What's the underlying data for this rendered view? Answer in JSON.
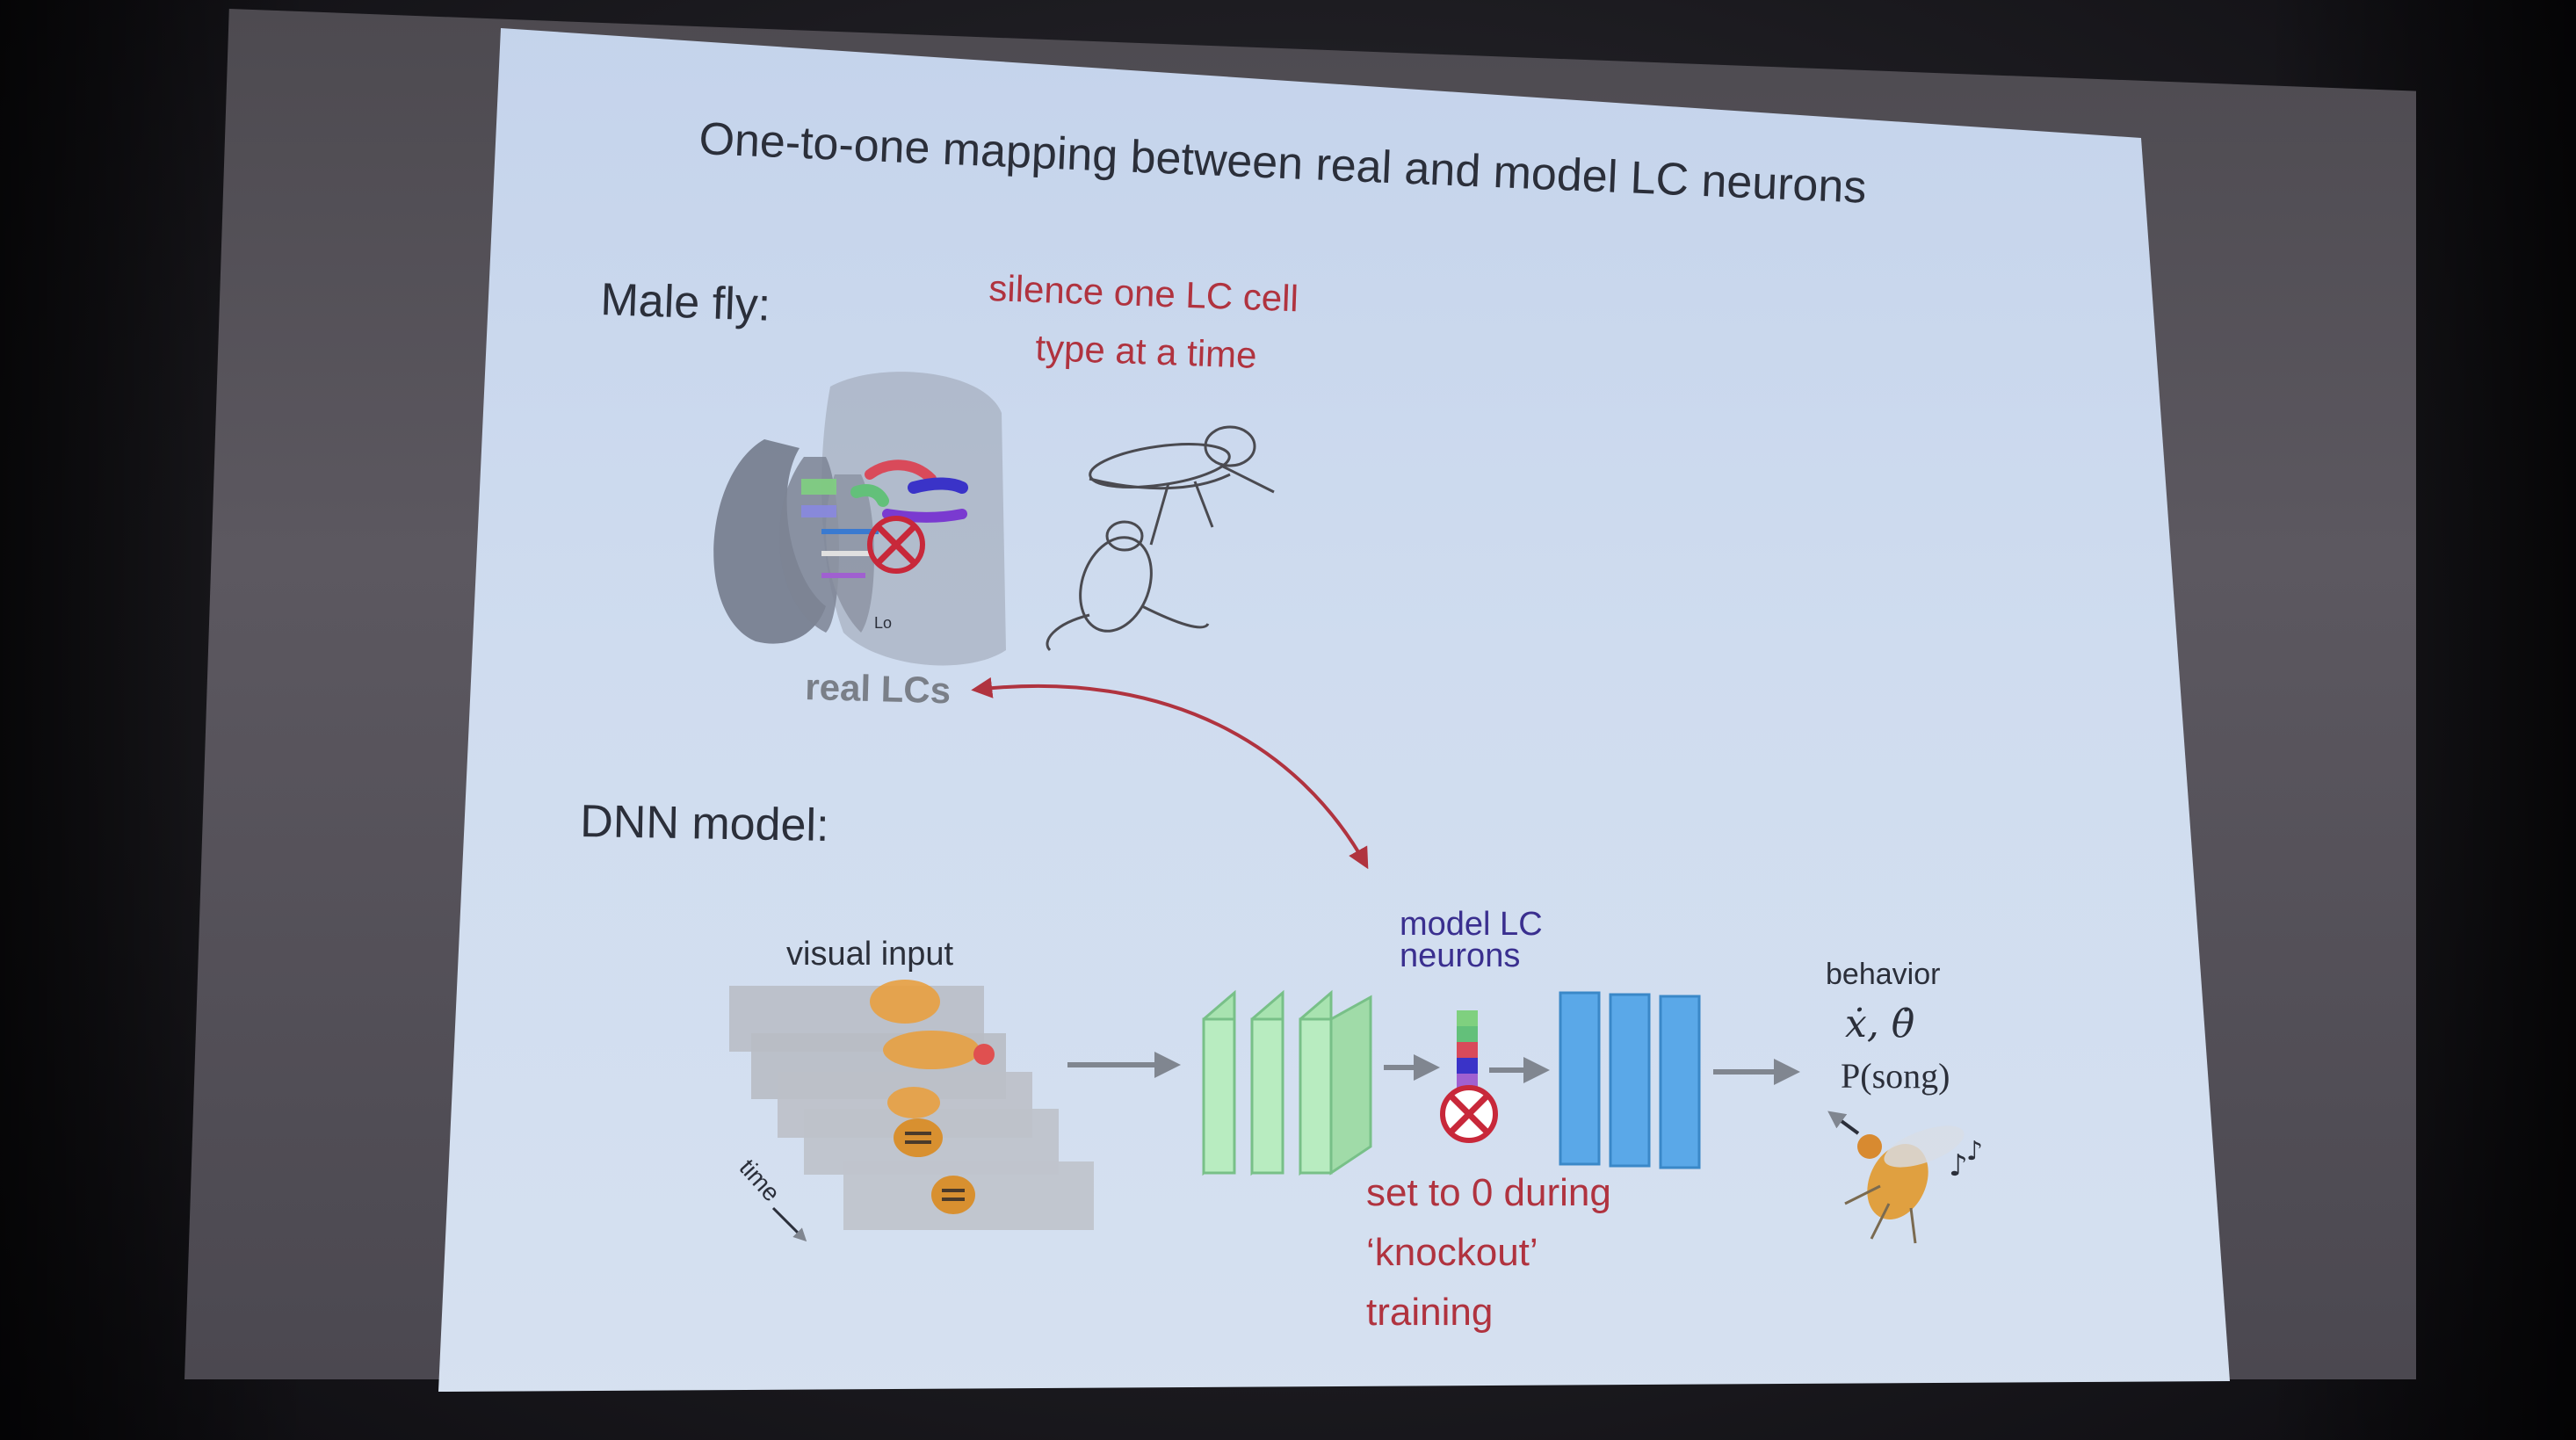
{
  "slide": {
    "title": "One-to-one mapping between real and model LC neurons",
    "male_fly_label": "Male fly:",
    "silence_line1": "silence one LC cell",
    "silence_line2": "type at a time",
    "real_lcs_label": "real LCs",
    "lo_label": "Lo",
    "dnn_model_label": "DNN model:",
    "visual_input_label": "visual input",
    "time_label": "time",
    "model_lc_line1": "model LC",
    "model_lc_line2": "neurons",
    "behavior_label": "behavior",
    "behavior_vars": "ẋ,  θ̇",
    "behavior_song": "P(song)",
    "knockout_line1": "set to 0 during",
    "knockout_line2": "‘knockout’",
    "knockout_line3": "training"
  },
  "colors": {
    "accent_red": "#b0333f",
    "model_label_purple": "#3a2f8f",
    "text_dark": "#2b2f3a",
    "conv_green": "#a8e3b0",
    "dense_blue": "#5aa8e8"
  }
}
